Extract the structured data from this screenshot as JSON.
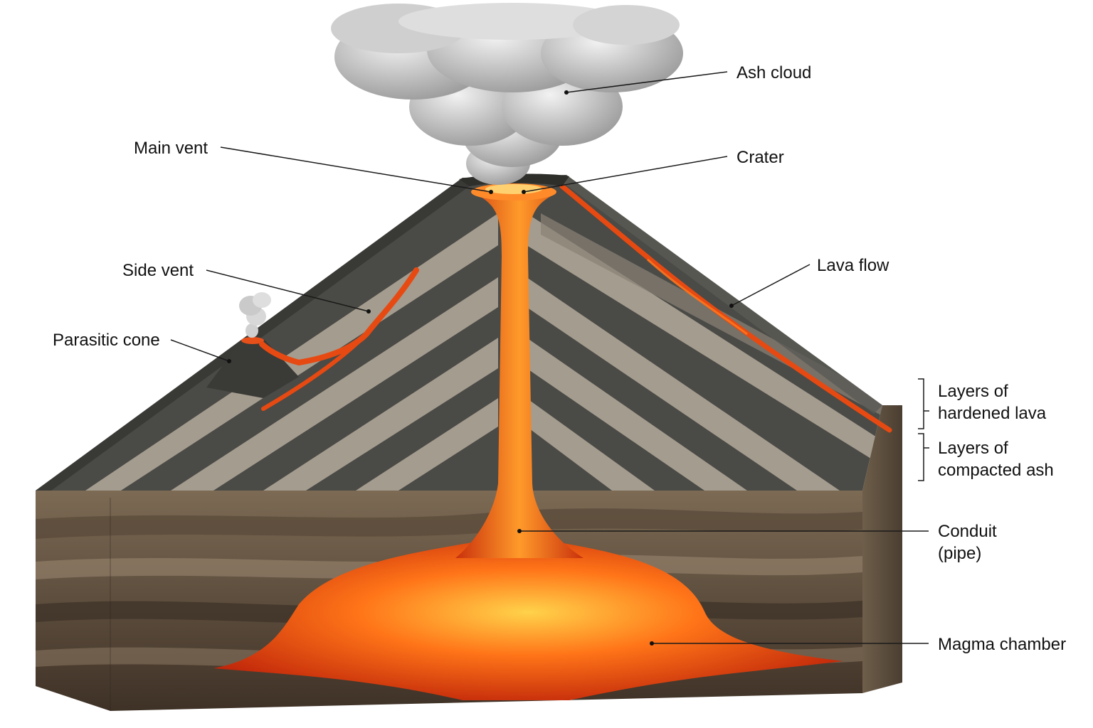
{
  "labels": {
    "ash_cloud": "Ash cloud",
    "main_vent": "Main vent",
    "crater": "Crater",
    "side_vent": "Side vent",
    "lava_flow": "Lava flow",
    "parasitic_cone": "Parasitic cone",
    "layers_lava_1": "Layers of",
    "layers_lava_2": "hardened lava",
    "layers_ash_1": "Layers of",
    "layers_ash_2": "compacted ash",
    "conduit_1": "Conduit",
    "conduit_2": "(pipe)",
    "magma_chamber": "Magma chamber"
  },
  "colors": {
    "magma_core": "#ffc23a",
    "magma_mid": "#ff6a12",
    "magma_edge": "#c8280a",
    "dark_layer": "#3f3f3c",
    "light_layer": "#a49c8e",
    "ground_dark": "#4e4032",
    "ground_light": "#8a7862",
    "smoke": "#d4d4d4"
  }
}
